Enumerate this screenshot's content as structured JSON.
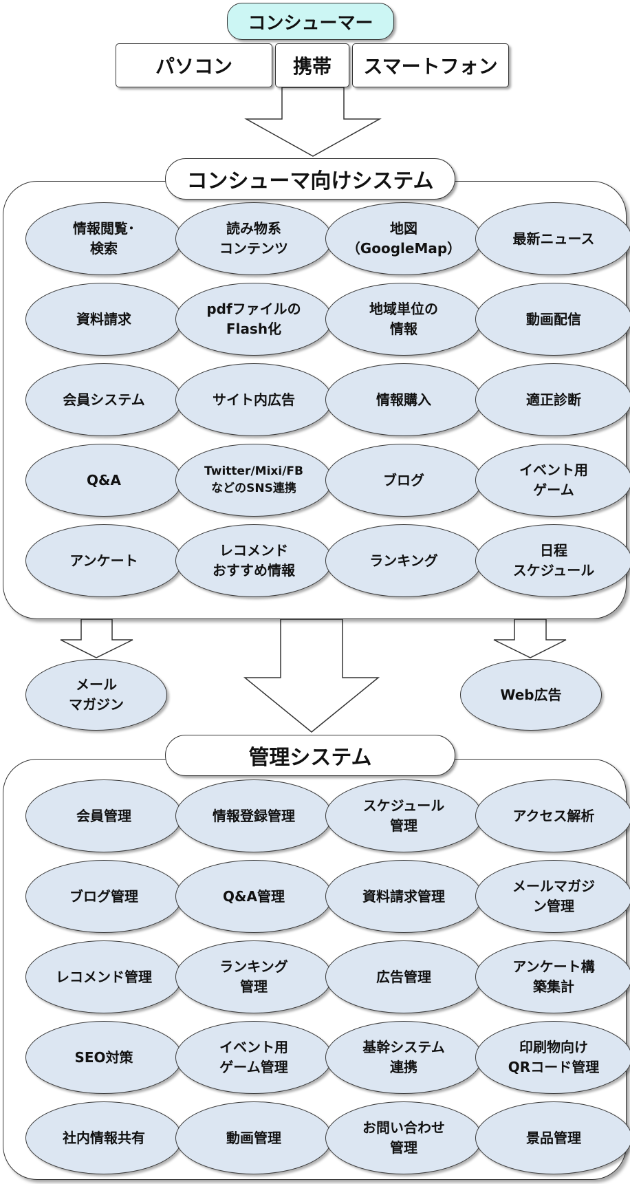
{
  "consumer_title": "コンシューマー",
  "devices": [
    "パソコン",
    "携帯",
    "スマートフォン"
  ],
  "consumer_system": {
    "title": "コンシューマ向けシステム",
    "items": [
      "情報閲覧･\n検索",
      "読み物系\nコンテンツ",
      "地図\n（GoogleMap）",
      "最新ニュース",
      "資料請求",
      "pdfファイルの\nFlash化",
      "地域単位の\n情報",
      "動画配信",
      "会員システム",
      "サイト内広告",
      "情報購入",
      "適正診断",
      "Q&A",
      "Twitter/Mixi/FB\nなどのSNS連携",
      "ブログ",
      "イベント用\nゲーム",
      "アンケート",
      "レコメンド\nおすすめ情報",
      "ランキング",
      "日程\nスケジュール"
    ]
  },
  "outputs": {
    "left": "メール\nマガジン",
    "right": "Web広告"
  },
  "admin_system": {
    "title": "管理システム",
    "items": [
      "会員管理",
      "情報登録管理",
      "スケジュール\n管理",
      "アクセス解析",
      "ブログ管理",
      "Q&A管理",
      "資料請求管理",
      "メールマガジ\nン管理",
      "レコメンド管理",
      "ランキング\n管理",
      "広告管理",
      "アンケート構\n築集計",
      "SEO対策",
      "イベント用\nゲーム管理",
      "基幹システム\n連携",
      "印刷物向け\nQRコード管理",
      "社内情報共有",
      "動画管理",
      "お問い合わせ\n管理",
      "景品管理"
    ]
  },
  "colors": {
    "oval_fill": "#dce6f2",
    "title_fill": "#ccf6f4"
  }
}
